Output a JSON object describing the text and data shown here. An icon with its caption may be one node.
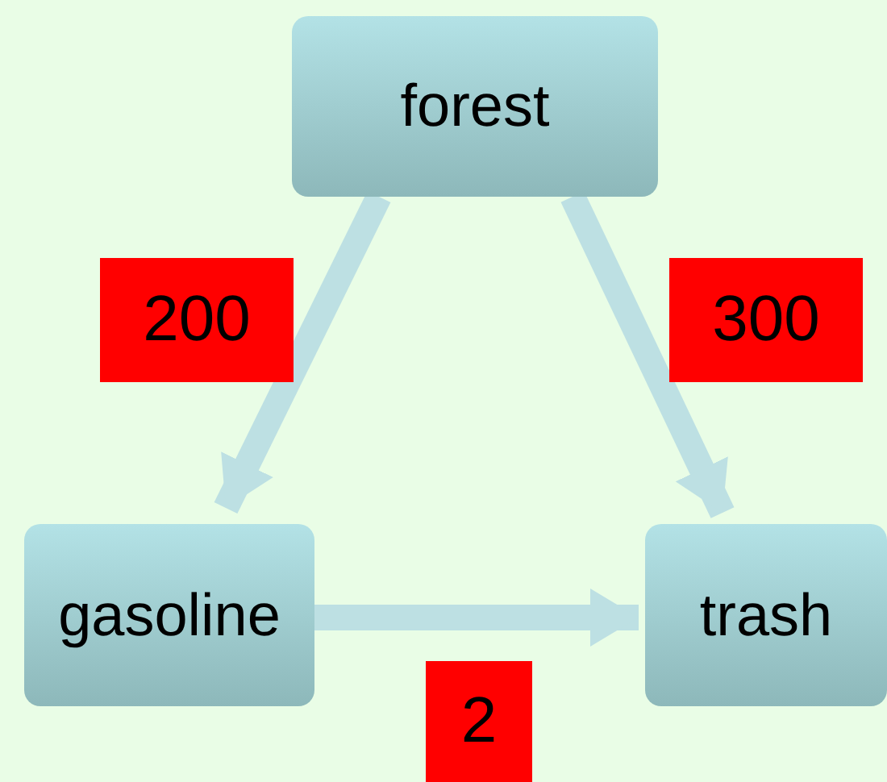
{
  "diagram": {
    "nodes": [
      {
        "text": [
          "forest"
        ]
      },
      {
        "text": [
          "gasoline"
        ]
      },
      {
        "text": [
          "trash"
        ]
      }
    ],
    "edges": [
      {
        "from": 0,
        "to": 1,
        "arrow": "to",
        "label": "200"
      },
      {
        "from": 0,
        "to": 2,
        "arrow": "to",
        "label": "300"
      },
      {
        "from": 1,
        "to": 2,
        "arrow": "to",
        "label": "2"
      }
    ]
  }
}
